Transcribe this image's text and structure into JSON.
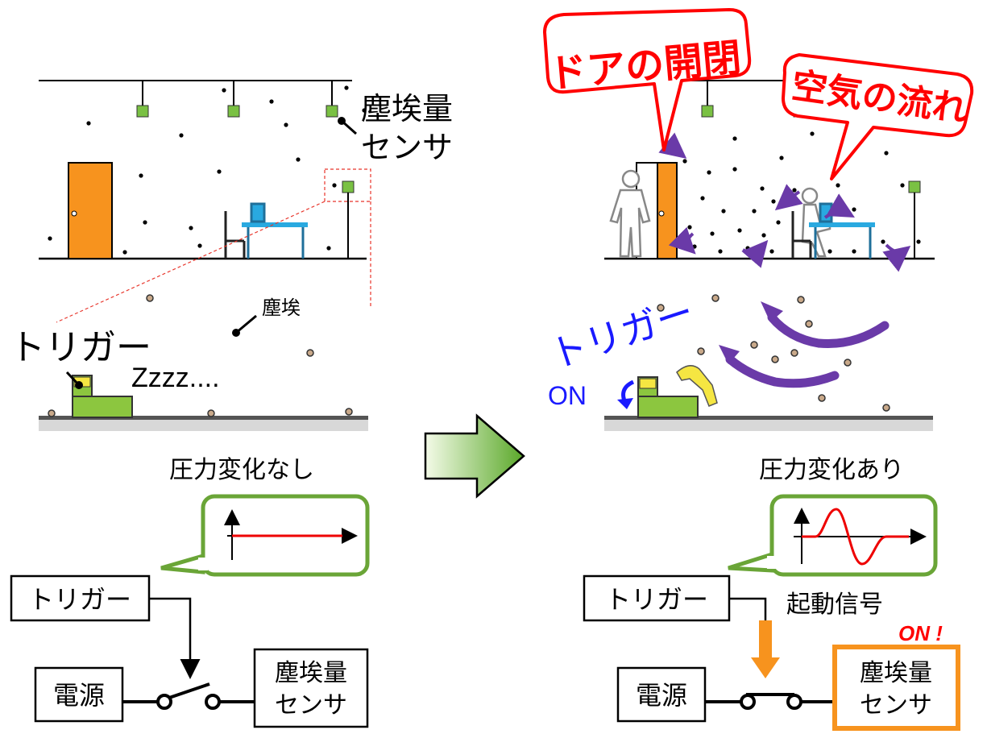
{
  "colors": {
    "green": "#7ac143",
    "orange": "#f7931e",
    "red": "#ff0000",
    "blue": "#1a1aff",
    "purple": "#6a3aa8",
    "yellow": "#f5e642",
    "cyan_table": "#29a9e0",
    "ground": "#777777"
  },
  "left": {
    "sensor_label_line1": "塵埃量",
    "sensor_label_line2": "センサ",
    "dust_label": "塵埃",
    "trigger_label": "トリガー",
    "sleep_text": "Zzzz....",
    "pressure_caption": "圧力変化なし",
    "circuit": {
      "trigger_box": "トリガー",
      "power_box": "電源",
      "sensor_box_line1": "塵埃量",
      "sensor_box_line2": "センサ"
    }
  },
  "right": {
    "bubble_door": "ドアの開閉",
    "bubble_air": "空気の流れ",
    "trigger_label": "トリガー",
    "trigger_on": "ON",
    "pressure_caption": "圧力変化あり",
    "start_signal": "起動信号",
    "on_badge": "ON !",
    "circuit": {
      "trigger_box": "トリガー",
      "power_box": "電源",
      "sensor_box_line1": "塵埃量",
      "sensor_box_line2": "センサ"
    }
  },
  "icons": {
    "arrow": "right-arrow-icon",
    "signal_flat": "flat-signal-icon",
    "signal_wave": "sine-signal-icon",
    "switch_open": "open-switch-icon",
    "switch_closed": "closed-switch-icon"
  }
}
